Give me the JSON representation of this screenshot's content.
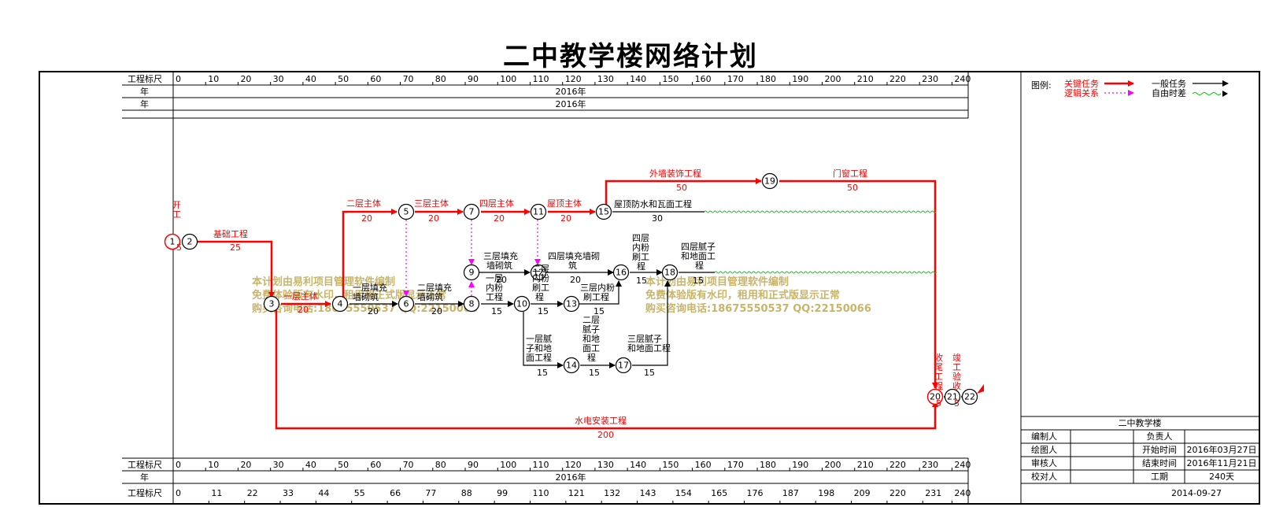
{
  "title": "二中教学楼网络计划",
  "scale": {
    "label": "工程标尺",
    "year_label": "年",
    "year": "2016年",
    "ticks_top": [
      "0",
      "10",
      "20",
      "30",
      "40",
      "50",
      "60",
      "70",
      "80",
      "90",
      "100",
      "110",
      "120",
      "130",
      "140",
      "150",
      "160",
      "170",
      "180",
      "190",
      "200",
      "210",
      "220",
      "230",
      "240"
    ],
    "ticks_bottom2": [
      "0",
      "11",
      "22",
      "33",
      "44",
      "55",
      "66",
      "77",
      "88",
      "99",
      "110",
      "121",
      "132",
      "143",
      "154",
      "165",
      "176",
      "187",
      "198",
      "209",
      "220",
      "231",
      "240"
    ]
  },
  "legend": {
    "label": "图例:",
    "critical": "关键任务",
    "logic": "逻辑关系",
    "normal": "一般任务",
    "free_float": "自由时差",
    "colors": {
      "critical": "#ff0000",
      "logic": "#ff00ff",
      "normal": "#000000",
      "free_float": "#00cc00"
    }
  },
  "info": {
    "project": "二中教学楼",
    "rows": [
      {
        "k1": "编制人",
        "v1": "",
        "k2": "负责人",
        "v2": ""
      },
      {
        "k1": "绘图人",
        "v1": "",
        "k2": "开始时间",
        "v2": "2016年03月27日"
      },
      {
        "k1": "审核人",
        "v1": "",
        "k2": "结束时间",
        "v2": "2016年11月21日"
      },
      {
        "k1": "校对人",
        "v1": "",
        "k2": "工期",
        "v2": "240天"
      }
    ],
    "date": "2014-09-27"
  },
  "watermark": {
    "line1": "本计划由易利项目管理软件编制",
    "line2": "免费体验版有水印，租用和正式版显示正常",
    "line3": "购买咨询电话:18675550537 QQ:22150066"
  },
  "nodes": [
    "1",
    "2",
    "3",
    "4",
    "5",
    "6",
    "7",
    "8",
    "9",
    "10",
    "11",
    "12",
    "13",
    "14",
    "15",
    "16",
    "17",
    "18",
    "19",
    "20",
    "21",
    "22"
  ],
  "tasks": {
    "start": {
      "name": "开工",
      "dur": "5"
    },
    "foundation": {
      "name": "基础工程",
      "dur": "25"
    },
    "floor1": {
      "name": "一层主体",
      "dur": "20"
    },
    "floor2": {
      "name": "二层主体",
      "dur": "20"
    },
    "floor3": {
      "name": "三层主体",
      "dur": "20"
    },
    "floor4": {
      "name": "四层主体",
      "dur": "20"
    },
    "roof": {
      "name": "屋顶主体",
      "dur": "20"
    },
    "facade": {
      "name": "外墙装饰工程",
      "dur": "50"
    },
    "doors": {
      "name": "门窗工程",
      "dur": "50"
    },
    "roofwp": {
      "name": "屋顶防水和瓦面工程",
      "dur": "30"
    },
    "infill1": {
      "name": "一层填充墙砌筑",
      "dur": "20"
    },
    "infill2": {
      "name": "二层填充墙砌筑",
      "dur": "20"
    },
    "infill3": {
      "name": "三层填充墙砌筑",
      "dur": "20"
    },
    "infill4": {
      "name": "四层填充墙砌筑",
      "dur": "20"
    },
    "plaster1": {
      "name": "一层内粉工程",
      "dur": "15"
    },
    "plaster2": {
      "name": "二层内粉刷工程",
      "dur": "15"
    },
    "plaster3": {
      "name": "三层内粉刷工程",
      "dur": "15"
    },
    "plaster4": {
      "name": "四层内粉刷工程",
      "dur": "15"
    },
    "floorf1": {
      "name": "一层腻子和地面工程",
      "dur": "15"
    },
    "floorf2": {
      "name": "二层腻子和地面工程",
      "dur": "15"
    },
    "floorf3": {
      "name": "三层腻子和地面工程",
      "dur": "15"
    },
    "floorf4": {
      "name": "四层腻子和地面工程",
      "dur": "15"
    },
    "mep": {
      "name": "水电安装工程",
      "dur": "200"
    },
    "closing": {
      "name": "收尾工程",
      "dur": "5"
    },
    "acceptance": {
      "name": "竣工验收",
      "dur": "5"
    }
  }
}
